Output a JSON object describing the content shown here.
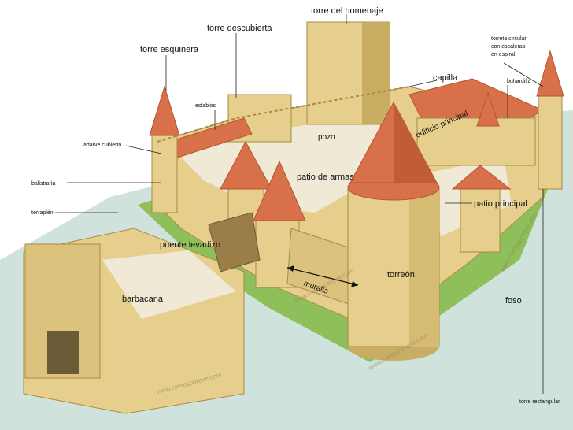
{
  "labels": {
    "torre_homenaje": "torre del homenaje",
    "torre_descubierta": "torre descubierta",
    "torre_esquinera": "torre esquinera",
    "torreta_1": "torreta circular",
    "torreta_2": "con escaleras",
    "torreta_3": "en espiral",
    "capilla": "capilla",
    "buhardilla": "buhardilla",
    "establos": "establos",
    "adarve": "adarve cubierto",
    "edificio": "edificio principal",
    "pozo": "pozo",
    "patio_armas": "patio de armas",
    "balistraria": "balistraria",
    "patio_principal": "patio principal",
    "terraplen": "terraplén",
    "puente": "puente levadizo",
    "torreon": "torreón",
    "muralla": "muralla",
    "barbacana": "barbacana",
    "foso": "foso",
    "torre_rect": "torre rectangular"
  },
  "watermarks": [
    "www.comoyporque.com",
    "www.comoyporque.com",
    "www.comoyporque.com",
    "www.comoyporque.com"
  ],
  "colors": {
    "water": "#cfe3dc",
    "grass": "#8fbf5a",
    "stone": "#e6cf8c",
    "stone_dark": "#c9ad63",
    "roof": "#d8714a",
    "roof_dark": "#b5542f",
    "courtyard": "#efe9d6"
  }
}
